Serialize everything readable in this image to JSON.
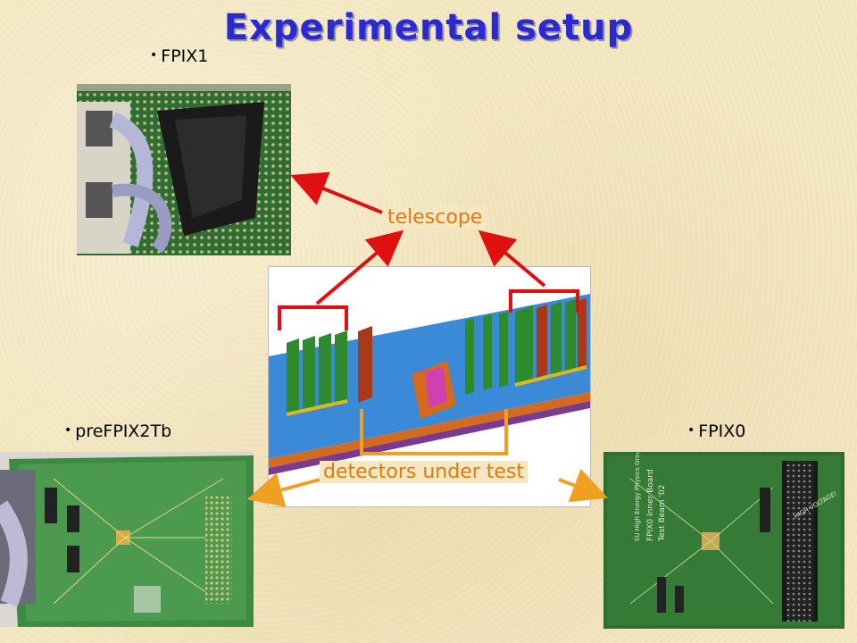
{
  "slide": {
    "title": "Experimental setup",
    "bullets": {
      "fpix1": "FPIX1",
      "prefpix2tb": "preFPIX2Tb",
      "fpix0": "FPIX0"
    },
    "labels": {
      "telescope": "telescope",
      "dut": "detectors under test"
    },
    "fpix0_board_text": [
      "SU High Energy Physics Group",
      "FPIX0 Inner Board",
      "Test Beam '02",
      "HIGH VOLTAGE!"
    ]
  },
  "colors": {
    "title": "#2a2ad0",
    "label": "#e07a10",
    "telescope_arrow": "#e01010",
    "dut_bracket": "#f0a020",
    "pcb_green": "#2f7a35"
  }
}
